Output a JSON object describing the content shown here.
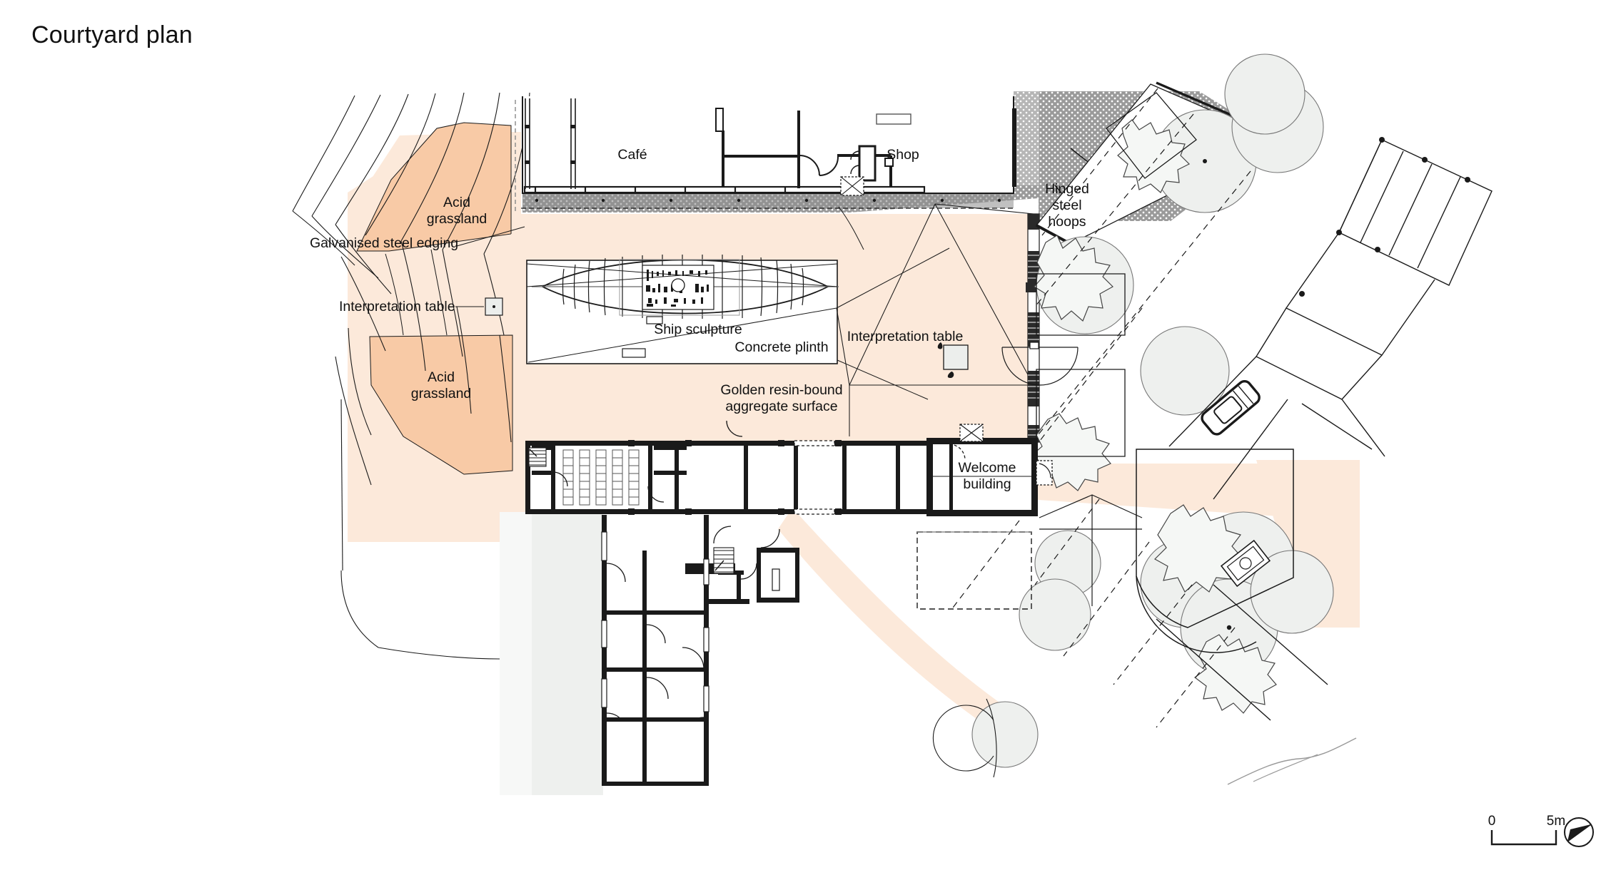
{
  "page": {
    "title": "Courtyard plan"
  },
  "labels": {
    "cafe": "Café",
    "shop": "Shop",
    "acid_grassland_north": "Acid",
    "acid_grassland_north2": "grassland",
    "acid_grassland_south": "Acid",
    "acid_grassland_south2": "grassland",
    "galvanised_steel_edging": "Galvanised steel edging",
    "interpretation_table_left": "Interpretation table",
    "interpretation_table_right": "Interpretation table",
    "ship_sculpture": "Ship sculpture",
    "concrete_plinth": "Concrete plinth",
    "golden_resin_1": "Golden resin-bound",
    "golden_resin_2": "aggregate surface",
    "hinged_steel_1": "Hinged",
    "hinged_steel_2": "steel",
    "hinged_steel_3": "hoops",
    "welcome_building_1": "Welcome",
    "welcome_building_2": "building"
  },
  "scale": {
    "zero": "0",
    "five_metres": "5m"
  },
  "colors": {
    "acid_grassland_fill": "#f8caa6",
    "aggregate_fill": "#fce9da",
    "paving_grey": "#9a9a9a",
    "tree_fill": "#eef0ee",
    "plan_line": "#1a1a1a",
    "slab_grey": "#eceeec",
    "page_background": "#ffffff"
  }
}
